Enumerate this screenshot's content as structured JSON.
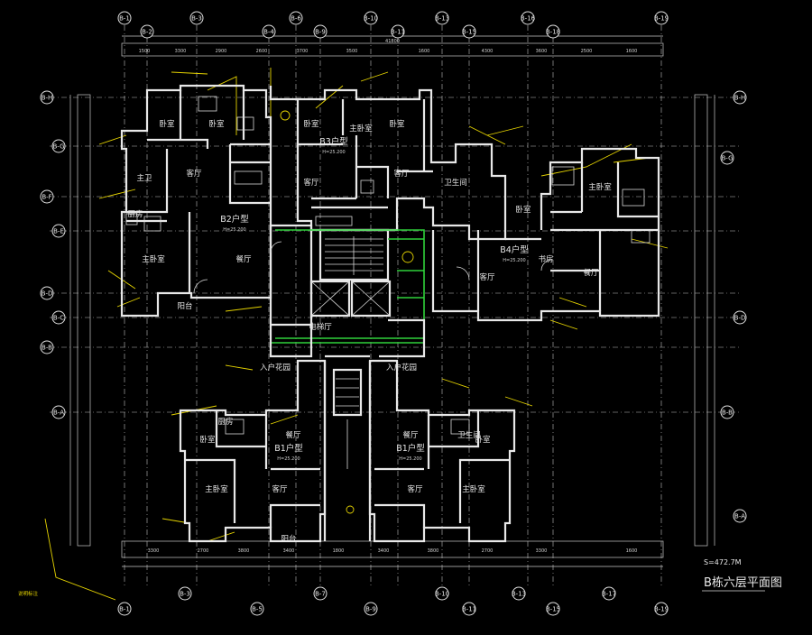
{
  "drawing": {
    "title": "B栋六层平面图",
    "scale_note": "S=472.7M",
    "axis_top": [
      "B-1",
      "B-2",
      "B-3",
      "B-4",
      "B-6",
      "B-9",
      "B-10",
      "B-11",
      "B-13",
      "B-15",
      "B-16",
      "B-18",
      "B-19"
    ],
    "axis_bottom": [
      "B-1",
      "B-3",
      "B-5",
      "B-7",
      "B-9",
      "B-10",
      "B-11",
      "B-13",
      "B-15",
      "B-17",
      "B-19"
    ],
    "axis_left": [
      "B-H",
      "B-G",
      "B-F",
      "B-E",
      "B-D",
      "B-C",
      "B-B",
      "B-A"
    ],
    "axis_right": [
      "B-H",
      "B-G",
      "B-D",
      "B-B",
      "B-A"
    ],
    "units": [
      {
        "label": "B2户型",
        "elev": "H=25.200"
      },
      {
        "label": "B3户型",
        "elev": "H=25.200"
      },
      {
        "label": "B4户型",
        "elev": "H=25.200"
      },
      {
        "label": "B1户型",
        "elev": "H=25.200"
      },
      {
        "label": "B1户型",
        "elev": "H=25.200"
      }
    ],
    "rooms": [
      "卧室",
      "卧室",
      "主卧室",
      "客厅",
      "主卫",
      "餐厅",
      "厨房",
      "卧室",
      "客厅",
      "卧室",
      "客厅",
      "主卧室",
      "卫生间",
      "卧室",
      "主卧室",
      "餐厅",
      "客厅",
      "入户花园",
      "入户花园",
      "卧室",
      "卧室",
      "客厅",
      "客厅",
      "主卧室",
      "主卧室",
      "餐厅",
      "餐厅",
      "电梯厅",
      "书房",
      "阳台",
      "阳台",
      "卫生间",
      "厨房"
    ],
    "left_note": "说明标注"
  }
}
